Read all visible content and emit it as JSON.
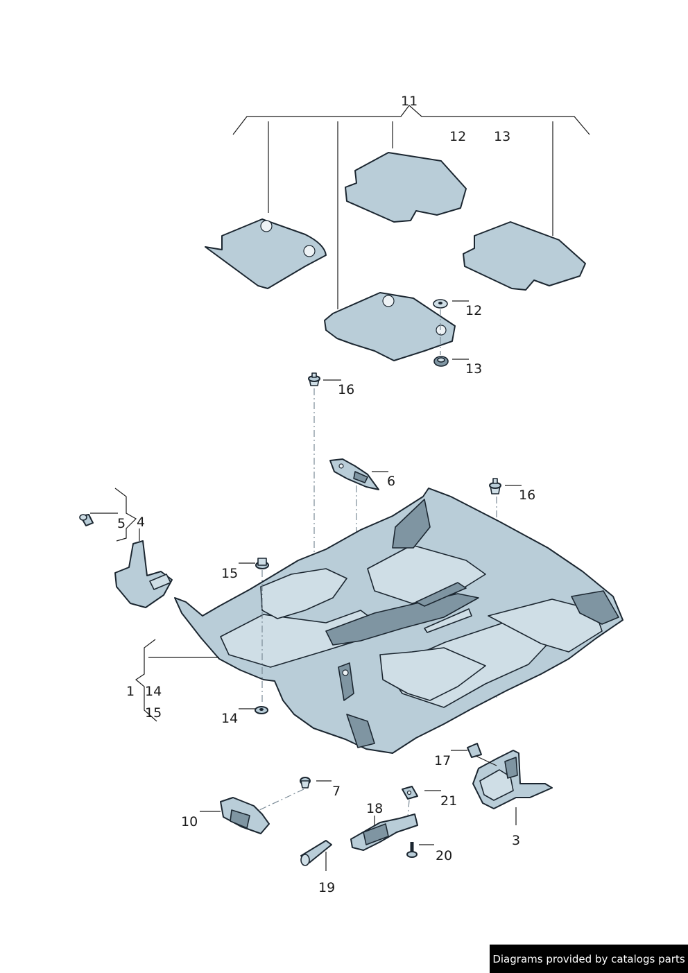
{
  "callouts": {
    "c11": "11",
    "c12_top": "12",
    "c13_top": "13",
    "c12": "12",
    "c13": "13",
    "c16_left": "16",
    "c16_right": "16",
    "c6": "6",
    "c5": "5",
    "c4": "4",
    "c15_left": "15",
    "c1": "1",
    "c14_group": "14",
    "c15_group": "15",
    "c14": "14",
    "c17": "17",
    "c7": "7",
    "c21": "21",
    "c18": "18",
    "c10": "10",
    "c3": "3",
    "c20": "20",
    "c19": "19"
  },
  "credit": "Diagrams provided by catalogs parts"
}
